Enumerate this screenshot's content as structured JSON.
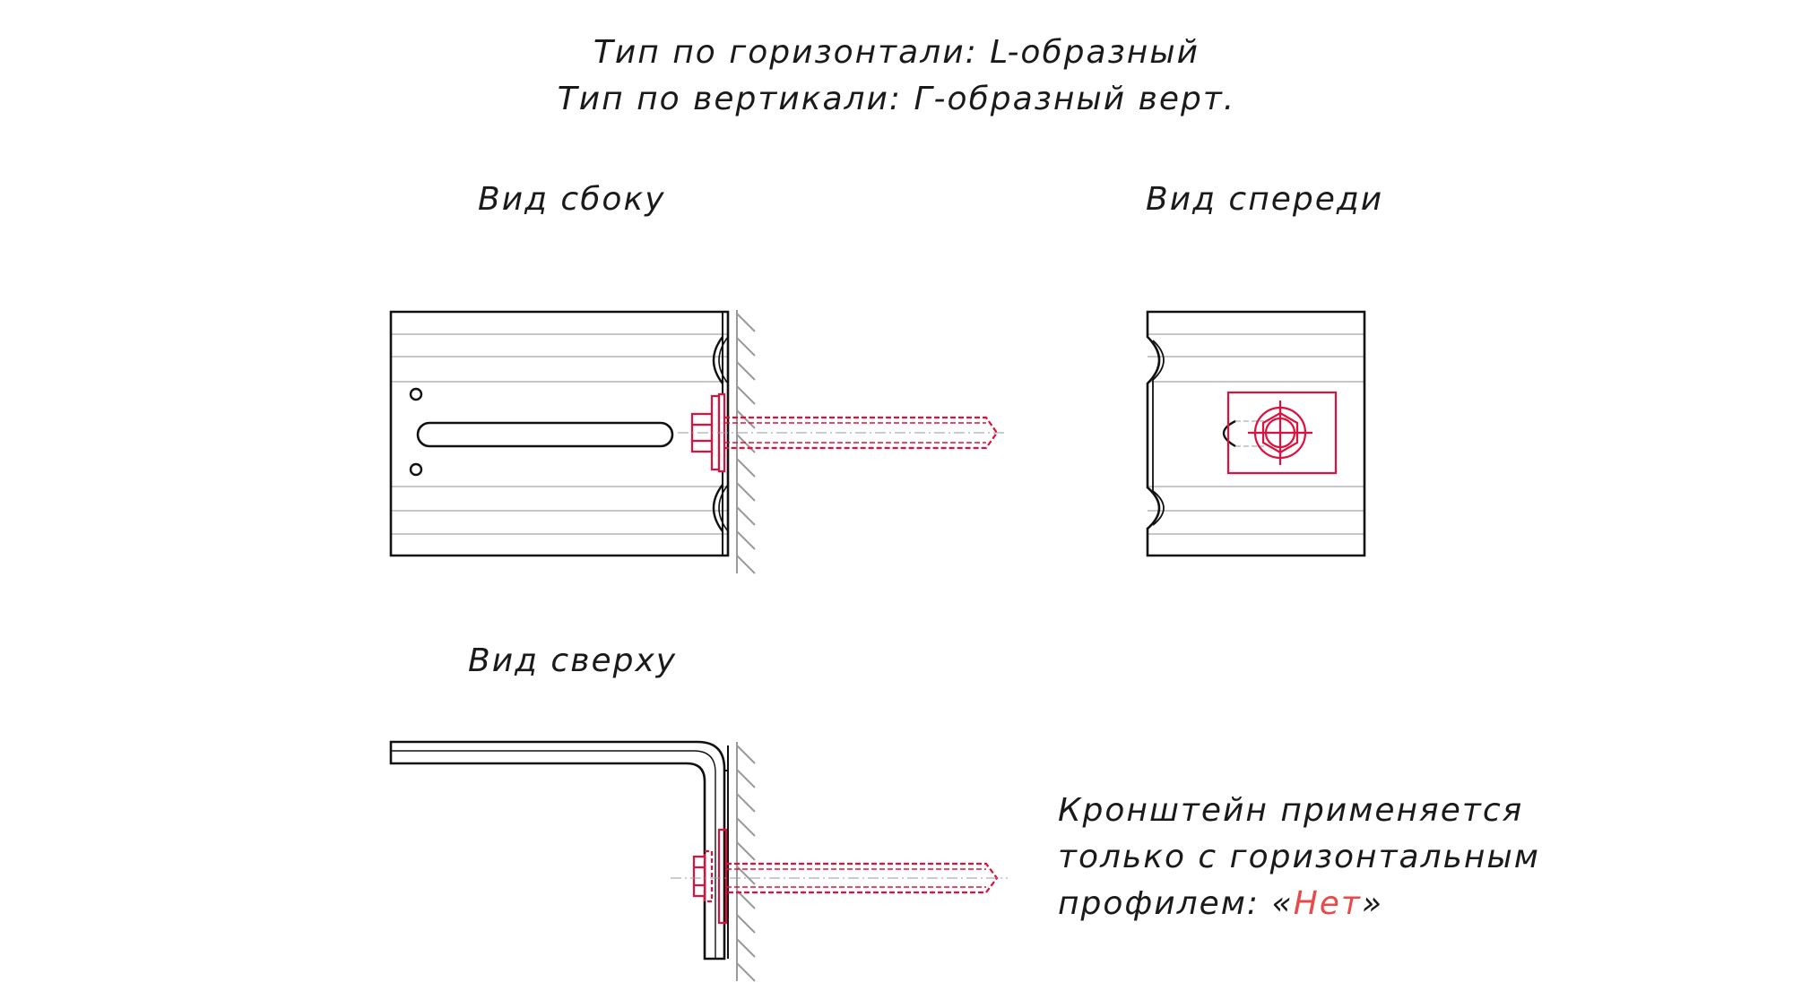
{
  "header": {
    "line1": "Тип по горизонтали: L-образный",
    "line2": "Тип по вертикали: Г-образный верт."
  },
  "views": {
    "side": "Вид сбоку",
    "front": "Вид спереди",
    "top": "Вид сверху"
  },
  "note": {
    "line1": "Кронштейн применяется",
    "line2": "только с горизонтальным",
    "line3_prefix": "профилем: «",
    "line3_value": "Нет",
    "line3_suffix": "»"
  },
  "colors": {
    "line": "#111111",
    "fastener": "#e0103c",
    "hatch": "#9a9a9a",
    "rib": "#b0b0b0"
  }
}
